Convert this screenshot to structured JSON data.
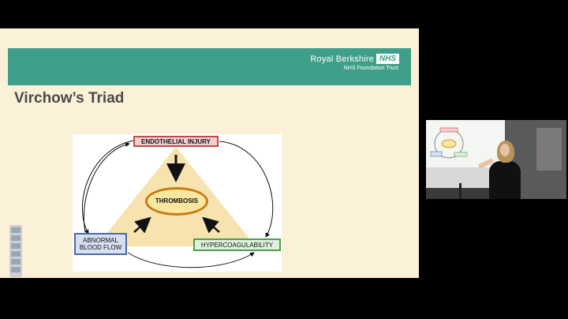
{
  "slide": {
    "brand_name": "Royal Berkshire",
    "brand_nhs": "NHS",
    "brand_trust": "NHS Foundation Trust",
    "title": "Virchow’s Triad"
  },
  "diagram": {
    "top_box": "ENDOTHELIAL INJURY",
    "left_box_line1": "ABNORMAL",
    "left_box_line2": "BLOOD FLOW",
    "right_box": "HYPERCOAGULABILITY",
    "center": "THROMBOSIS"
  },
  "colors": {
    "banner": "#3f9f8a",
    "slide_bg": "#fbf1d8",
    "triangle": "#f6e3b0"
  }
}
